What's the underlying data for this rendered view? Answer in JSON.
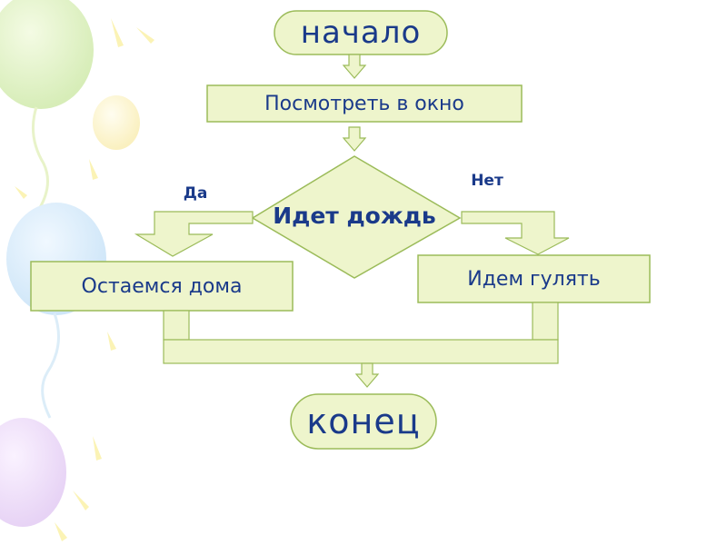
{
  "flowchart": {
    "start": "начало",
    "step1": "Посмотреть в окно",
    "decision": "Идет дождь",
    "yes": "Да",
    "no": "Нет",
    "yes_action": "Остаемся дома",
    "no_action": "Идем гулять",
    "end": "конец"
  },
  "colors": {
    "box_fill": "#eef5cc",
    "box_stroke": "#9bbb59",
    "text": "#1a3a8a"
  },
  "decor": [
    "balloon-icon",
    "balloon-icon",
    "balloon-icon",
    "balloon-icon"
  ]
}
